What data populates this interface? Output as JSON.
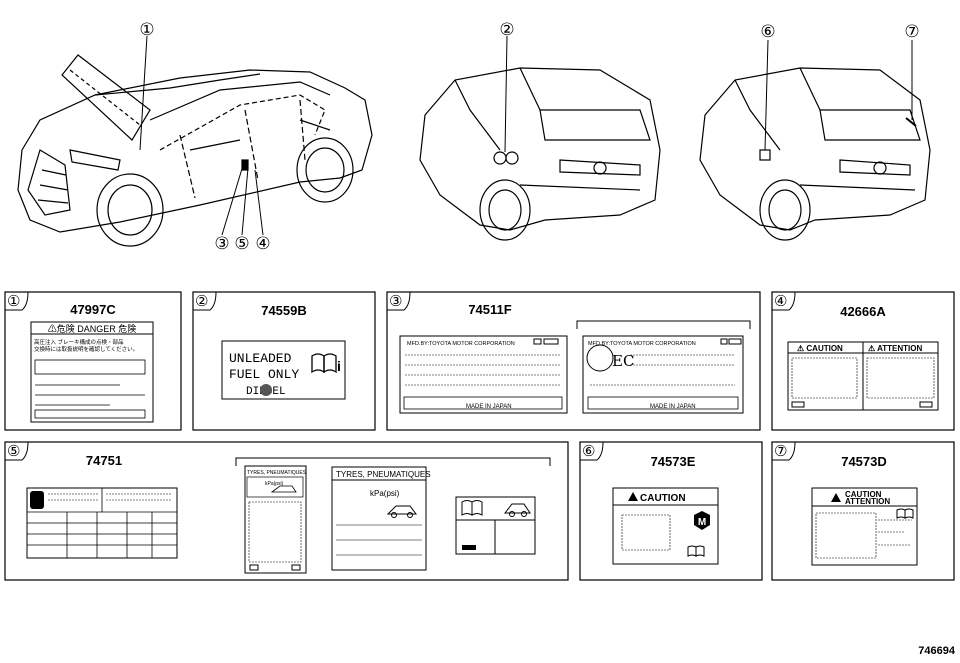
{
  "callouts": [
    "①",
    "②",
    "③",
    "④",
    "⑤",
    "⑥",
    "⑦"
  ],
  "diagram_id": "746694",
  "panels": {
    "p1": {
      "index": "①",
      "part": "47997C",
      "header": "⚠危険 DANGER 危険",
      "line1": "高圧注入 ブレーキ構成の点検・部品",
      "line2": "交換時には取扱説明を確認してください。"
    },
    "p2": {
      "index": "②",
      "part": "74559B",
      "line1": "UNLEADED",
      "line2": "FUEL ONLY",
      "line3": "DIESEL"
    },
    "p3": {
      "index": "③",
      "part": "74511F",
      "mfr": "MFD.BY:TOYOTA MOTOR CORPORATION",
      "made": "MADE IN JAPAN",
      "mfr2": "MFD.BY:TOYOTA MOTOR CORPORATION",
      "made2": "MADE IN JAPAN",
      "ec": "EC"
    },
    "p4": {
      "index": "④",
      "part": "42666A",
      "caution": "⚠ CAUTION",
      "attention": "⚠ ATTENTION"
    },
    "p5": {
      "index": "⑤",
      "part": "74751",
      "tyres1": "TYRES, PNEUMATIQUES",
      "tyres2": "TYRES, PNEUMATIQUES",
      "kpa1": "kPa(psi)",
      "kpa2": "kPa(psi)"
    },
    "p6": {
      "index": "⑥",
      "part": "74573E",
      "caution": "CAUTION",
      "m": "M"
    },
    "p7": {
      "index": "⑦",
      "part": "74573D",
      "caution": "CAUTION",
      "attention": "ATTENTION"
    }
  }
}
